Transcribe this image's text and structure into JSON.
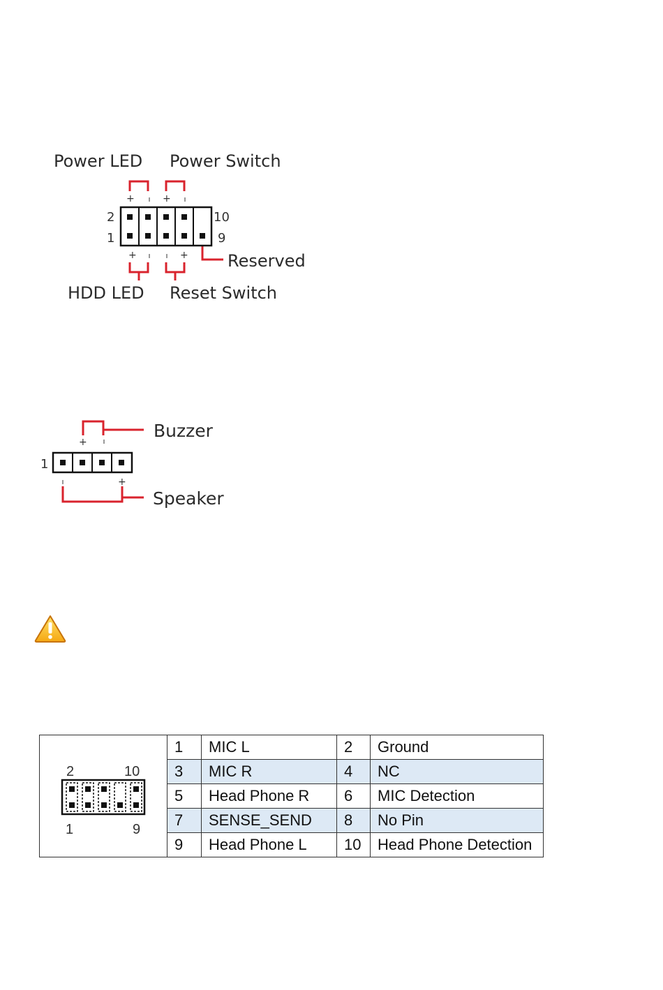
{
  "front_panel": {
    "labels": {
      "power_led": "Power LED",
      "power_switch": "Power Switch",
      "reserved": "Reserved",
      "hdd_led": "HDD LED",
      "reset_switch": "Reset Switch"
    },
    "pin_numbers": {
      "top_left": "2",
      "bottom_left": "1",
      "top_right": "10",
      "bottom_right": "9"
    },
    "signs": {
      "plus": "+",
      "minus": "-"
    },
    "accent_color": "#d9232d"
  },
  "speaker_header": {
    "labels": {
      "buzzer": "Buzzer",
      "speaker": "Speaker"
    },
    "pin_one": "1"
  },
  "warning_icon": "warning-triangle-icon",
  "audio_header": {
    "pin_numbers": {
      "top_left": "2",
      "top_right": "10",
      "bottom_left": "1",
      "bottom_right": "9"
    },
    "rows": [
      {
        "pin_a": "1",
        "signal_a": "MIC L",
        "pin_b": "2",
        "signal_b": "Ground"
      },
      {
        "pin_a": "3",
        "signal_a": "MIC R",
        "pin_b": "4",
        "signal_b": "NC"
      },
      {
        "pin_a": "5",
        "signal_a": "Head Phone R",
        "pin_b": "6",
        "signal_b": "MIC Detection"
      },
      {
        "pin_a": "7",
        "signal_a": "SENSE_SEND",
        "pin_b": "8",
        "signal_b": "No Pin"
      },
      {
        "pin_a": "9",
        "signal_a": "Head Phone L",
        "pin_b": "10",
        "signal_b": "Head Phone Detection"
      }
    ],
    "shade_color": "#dde9f5"
  }
}
